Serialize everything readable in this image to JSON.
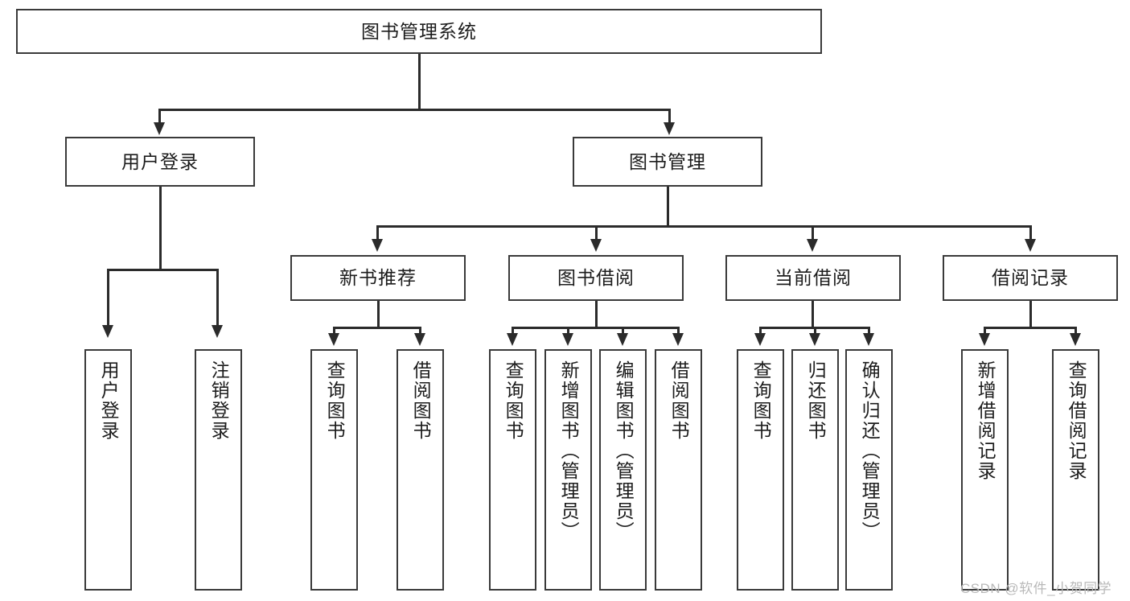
{
  "diagram": {
    "type": "tree-hierarchy",
    "title": "图书管理系统",
    "watermark": "CSDN @软件_小贺同学",
    "colors": {
      "box_border": "#3a3a3a",
      "connector": "#2b2b2b",
      "background": "#ffffff",
      "text": "#1c1c1c",
      "watermark": "#b9b9b9"
    },
    "root": {
      "label": "图书管理系统"
    },
    "level1": [
      {
        "id": "user-login",
        "label": "用户登录"
      },
      {
        "id": "book-management",
        "label": "图书管理"
      }
    ],
    "level2": [
      {
        "id": "new-book-recommend",
        "label": "新书推荐",
        "parent": "book-management"
      },
      {
        "id": "book-borrow",
        "label": "图书借阅",
        "parent": "book-management"
      },
      {
        "id": "current-borrow",
        "label": "当前借阅",
        "parent": "book-management"
      },
      {
        "id": "borrow-record",
        "label": "借阅记录",
        "parent": "book-management"
      }
    ],
    "leaves": {
      "user_login": [
        {
          "id": "leaf-user-login",
          "label": "用户登录"
        },
        {
          "id": "leaf-logout-login",
          "label": "注销登录"
        }
      ],
      "new_book_recommend": [
        {
          "id": "leaf-query-book-1",
          "label": "查询图书"
        },
        {
          "id": "leaf-borrow-book-1",
          "label": "借阅图书"
        }
      ],
      "book_borrow": [
        {
          "id": "leaf-query-book-2",
          "label": "查询图书"
        },
        {
          "id": "leaf-add-book",
          "label": "新增图书（管理员）"
        },
        {
          "id": "leaf-edit-book",
          "label": "编辑图书（管理员）"
        },
        {
          "id": "leaf-borrow-book-2",
          "label": "借阅图书"
        }
      ],
      "current_borrow": [
        {
          "id": "leaf-query-book-3",
          "label": "查询图书"
        },
        {
          "id": "leaf-return-book",
          "label": "归还图书"
        },
        {
          "id": "leaf-confirm-return",
          "label": "确认归还（管理员）"
        }
      ],
      "borrow_record": [
        {
          "id": "leaf-add-record",
          "label": "新增借阅记录"
        },
        {
          "id": "leaf-query-record",
          "label": "查询借阅记录"
        }
      ]
    }
  }
}
